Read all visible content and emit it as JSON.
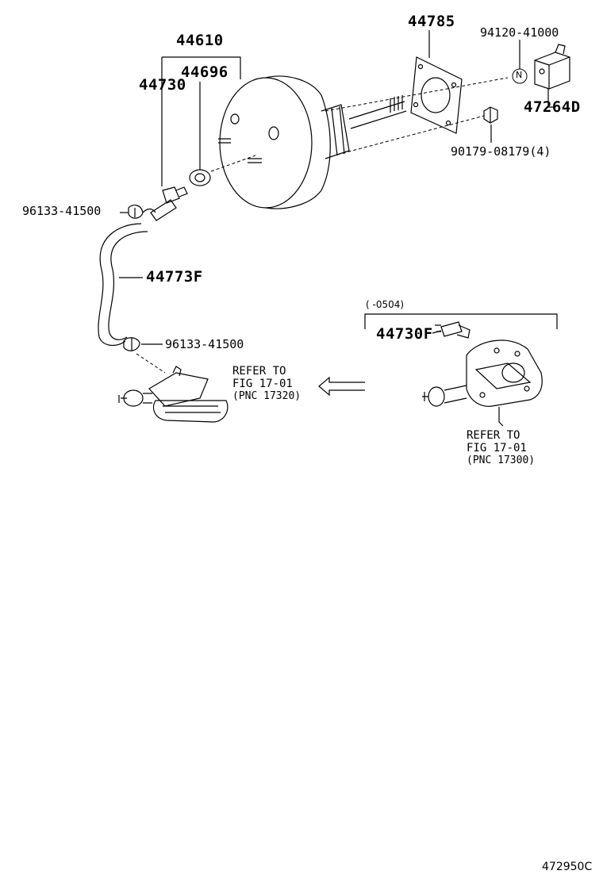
{
  "parts": {
    "p44610": "44610",
    "p44696": "44696",
    "p44730": "44730",
    "p44785": "44785",
    "p94120": "94120-41000",
    "p47264d": "47264D",
    "p90179": "90179-08179(4)",
    "p96133_top": "96133-41500",
    "p44773f": "44773F",
    "p96133_bot": "96133-41500",
    "p44730f": "44730F"
  },
  "nut_marker": "N",
  "date_range": "(      -0504)",
  "refer_left": {
    "line1": "REFER TO",
    "line2": "FIG 17-01",
    "line3": "(PNC 17320)"
  },
  "refer_right": {
    "line1": "REFER TO",
    "line2": "FIG 17-01",
    "line3": "(PNC 17300)"
  },
  "figure_id": "472950C"
}
